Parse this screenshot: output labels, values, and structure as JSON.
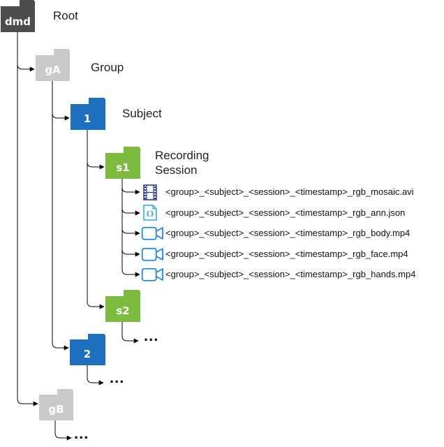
{
  "colors": {
    "root": "#4d4d4d",
    "group": "#c9c9c9",
    "subject": "#1f6fbf",
    "session": "#7cbb3e",
    "line": "#000000",
    "file_icon": "#1e88e5",
    "video_icon": "#1e2f8f"
  },
  "nodes": {
    "root": {
      "folder_text": "dmd",
      "label": "Root"
    },
    "group_a": {
      "folder_text": "gA",
      "label": "Group"
    },
    "subject_1": {
      "folder_text": "1",
      "label": "Subject"
    },
    "session_1": {
      "folder_text": "s1",
      "label_line1": "Recording",
      "label_line2": "Session"
    },
    "session_2": {
      "folder_text": "s2"
    },
    "subject_2": {
      "folder_text": "2"
    },
    "group_b": {
      "folder_text": "gB"
    }
  },
  "files": [
    {
      "icon": "film-icon",
      "name": "<group>_<subject>_<session>_<timestamp>_rgb_mosaic.avi"
    },
    {
      "icon": "json-file-icon",
      "name": "<group>_<subject>_<session>_<timestamp>_rgb_ann.json"
    },
    {
      "icon": "video-camera-icon",
      "name": "<group>_<subject>_<session>_<timestamp>_rgb_body.mp4"
    },
    {
      "icon": "video-camera-icon",
      "name": "<group>_<subject>_<session>_<timestamp>_rgb_face.mp4"
    },
    {
      "icon": "video-camera-icon",
      "name": "<group>_<subject>_<session>_<timestamp>_rgb_hands.mp4"
    }
  ],
  "ellipsis": "..."
}
